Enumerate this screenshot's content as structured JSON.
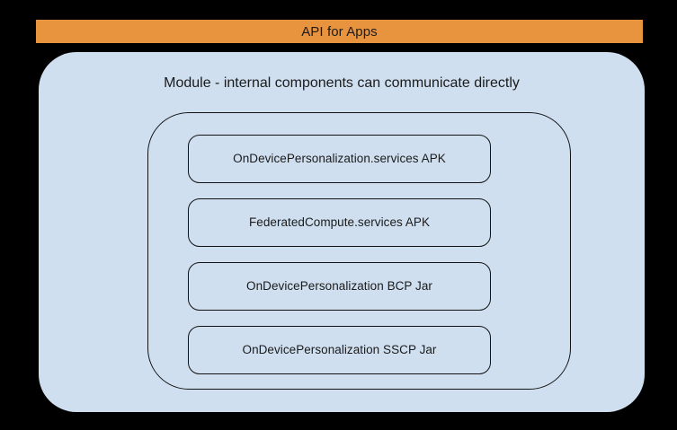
{
  "diagram": {
    "api_banner": {
      "label": "API for Apps",
      "background_color": "#e8943f",
      "text_color": "#1b1b1b"
    },
    "module_card": {
      "title": "Module - internal components can communicate directly",
      "background_color": "#cfdff0",
      "text_color": "#1b1b1b"
    },
    "inner_container": {
      "border_color": "#121212"
    },
    "components": [
      {
        "label": "OnDevicePersonalization.services APK"
      },
      {
        "label": "FederatedCompute.services APK"
      },
      {
        "label": "OnDevicePersonalization BCP Jar"
      },
      {
        "label": "OnDevicePersonalization SSCP Jar"
      }
    ],
    "canvas": {
      "background_color": "#000000"
    }
  }
}
